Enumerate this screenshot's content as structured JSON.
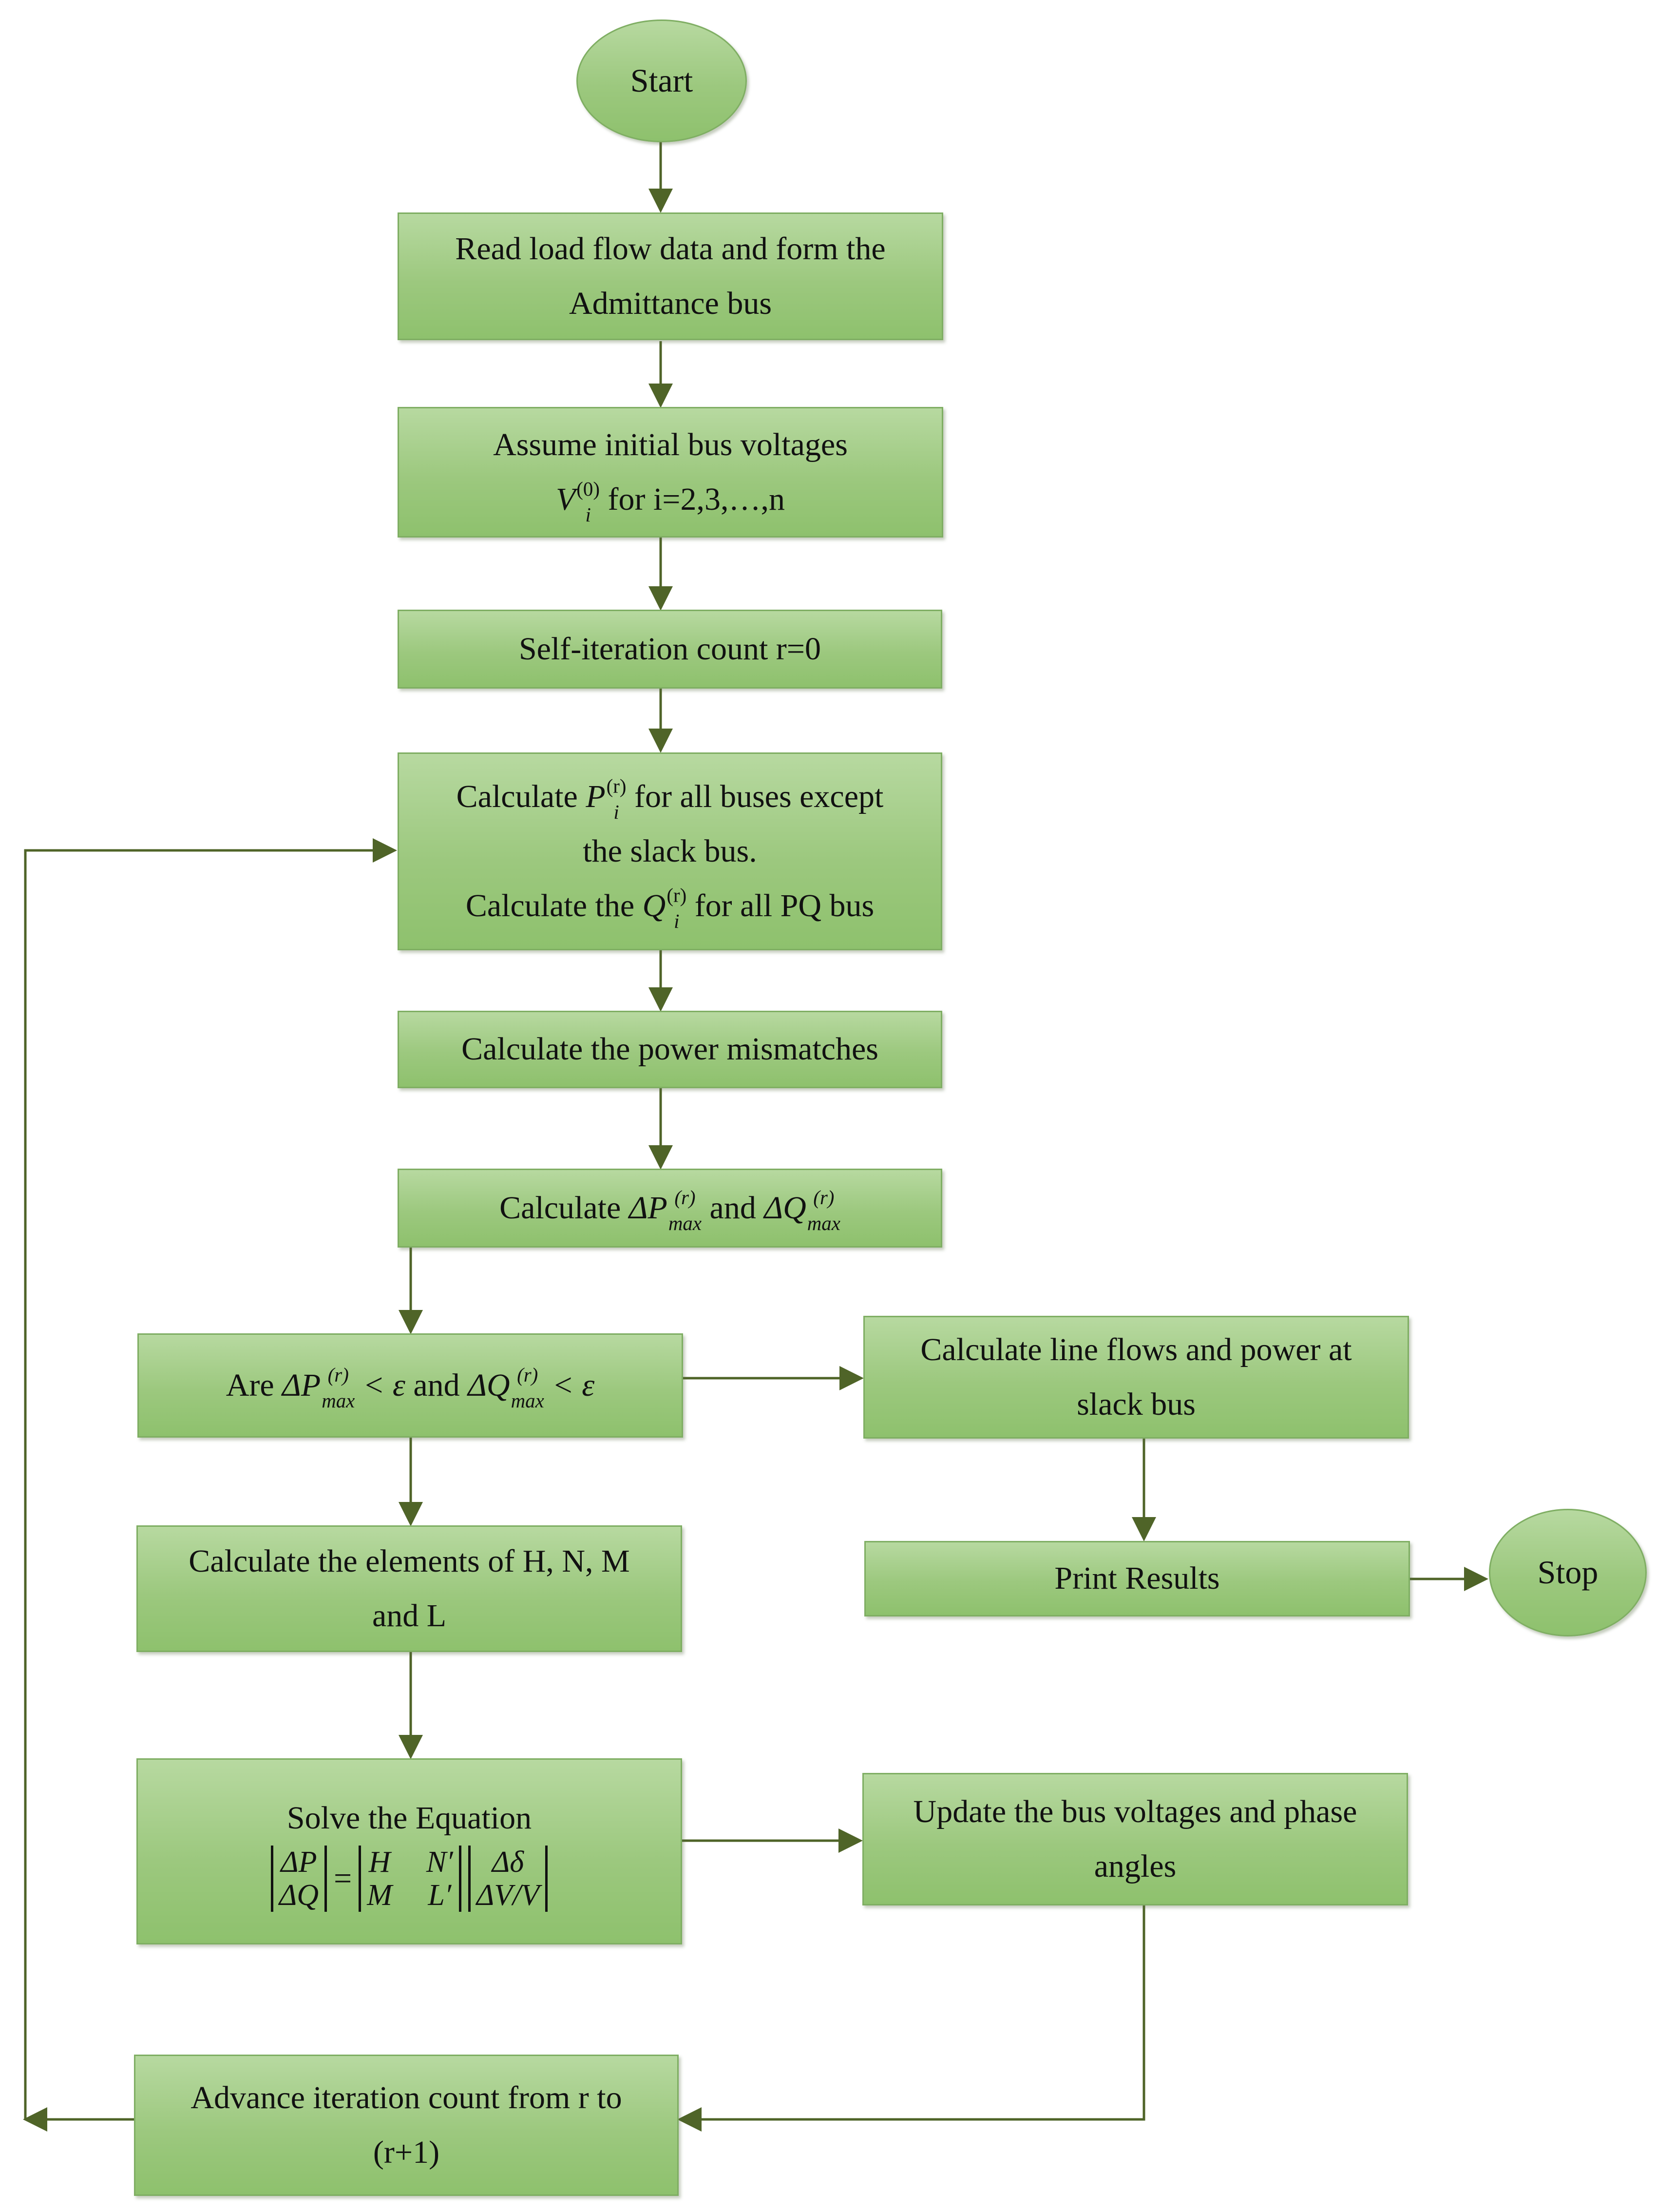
{
  "nodes": {
    "start": "Start",
    "read_data": {
      "l1": "Read load flow data and form the",
      "l2": "Admittance bus"
    },
    "assume": {
      "l1": "Assume initial bus voltages",
      "v": "V",
      "sub": "i",
      "sup": "(0)",
      "rest": " for i=2,3,…,n"
    },
    "self_iter": "Self-iteration count r=0",
    "calc_pq": {
      "pre1": "Calculate ",
      "p": "P",
      "p_sub": "i",
      "p_sup": "(r)",
      "post1": " for all buses except",
      "l2": "the slack bus.",
      "pre3": "Calculate the ",
      "q": "Q",
      "q_sub": "i",
      "q_sup": "(r)",
      "post3": " for all PQ bus"
    },
    "mismatch": "Calculate the power mismatches",
    "calc_max": {
      "pre": "Calculate ",
      "dp": "ΔP",
      "sup": "(r)",
      "sub": "max",
      "mid": " and ",
      "dq": "ΔQ"
    },
    "decision": {
      "pre": "Are ",
      "dp": "ΔP",
      "sup": "(r)",
      "sub": "max",
      "lt": " < ε",
      "mid": " and ",
      "dq": "ΔQ"
    },
    "elements": {
      "l1": "Calculate the elements of H, N, M",
      "l2": "and L"
    },
    "solve": {
      "l1": "Solve the Equation",
      "lhs": [
        "ΔP",
        "ΔQ"
      ],
      "eq": "=",
      "jac": [
        "H",
        "N′",
        "M",
        "L′"
      ],
      "rhs": [
        "Δδ",
        "ΔV/V"
      ]
    },
    "advance": {
      "l1": "Advance iteration count from r to",
      "l2": "(r+1)"
    },
    "line_flows": {
      "l1": "Calculate line flows and power at",
      "l2": "slack bus"
    },
    "print": "Print Results",
    "stop": "Stop",
    "update": {
      "l1": "Update the bus voltages and phase",
      "l2": "angles"
    }
  },
  "colors": {
    "box_fill": "#9cc87e",
    "box_border": "#7fae63",
    "arrow": "#4f6428"
  }
}
